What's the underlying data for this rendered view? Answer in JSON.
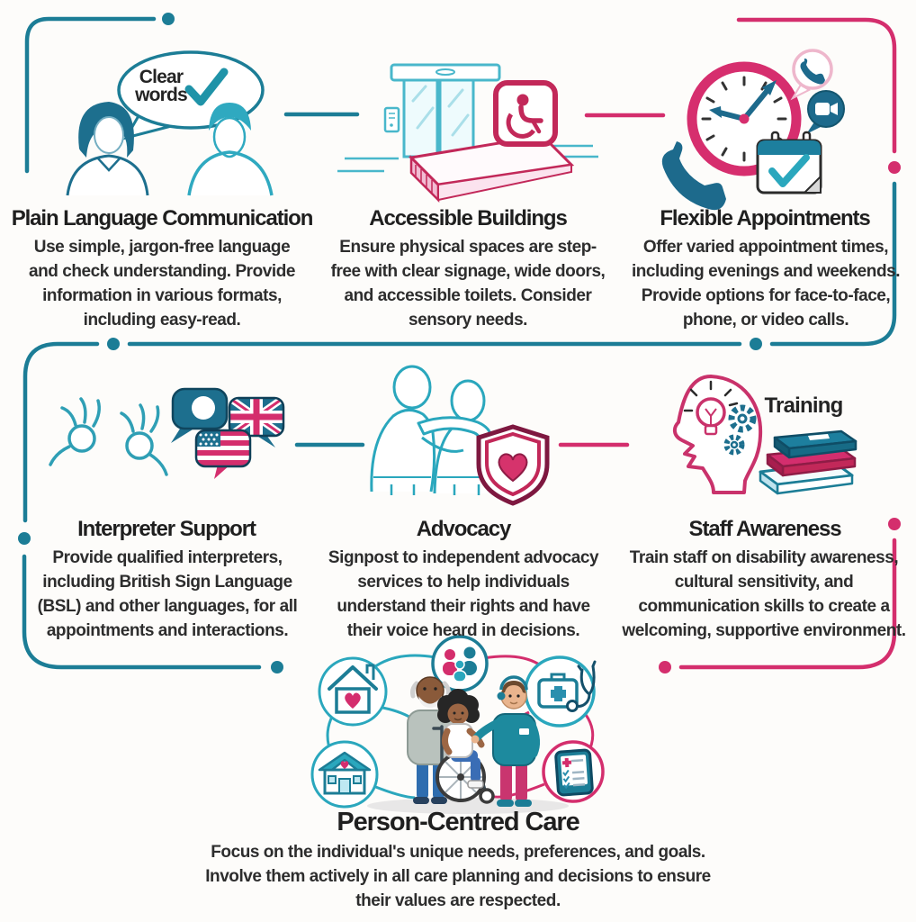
{
  "title": "Accessible person-centred care infographic",
  "palette": {
    "teal_dark": "#1c7d96",
    "teal": "#2aa7bd",
    "teal_deep": "#1d6a8c",
    "teal_light": "#49b7cb",
    "magenta": "#d42e6d",
    "magenta_dark": "#c22859",
    "maroon": "#7e1840",
    "ink": "#242424",
    "background": "#fdfcfa"
  },
  "sections": [
    {
      "id": "plain-language-communication",
      "title": "Plain Language Communication",
      "body": "Use simple, jargon-free language and check understanding. Provide information in various formats, including easy-read.",
      "bubble_label": "Clear words",
      "icons": [
        "speech-bubble-icon",
        "checkmark-icon",
        "woman-figure-icon",
        "man-figure-icon"
      ]
    },
    {
      "id": "accessible-buildings",
      "title": "Accessible Buildings",
      "body": "Ensure physical spaces are step-free with clear signage, wide doors, and accessible toilets. Consider sensory needs.",
      "icons": [
        "automatic-door-icon",
        "keypad-icon",
        "ramp-icon",
        "wheelchair-sign-icon"
      ]
    },
    {
      "id": "flexible-appointments",
      "title": "Flexible Appointments",
      "body": "Offer varied appointment times, including evenings and weekends. Provide options for face-to-face, phone, or video calls.",
      "icons": [
        "clock-icon",
        "phone-handset-icon",
        "phone-bubble-icon",
        "video-call-bubble-icon",
        "calendar-check-icon"
      ]
    },
    {
      "id": "interpreter-support",
      "title": "Interpreter Support",
      "body": "Provide qualified interpreters, including British Sign Language (BSL) and other languages, for all appointments and interactions.",
      "icons": [
        "sign-language-hands-icon",
        "chat-bubble-icon",
        "uk-flag-bubble-icon",
        "us-flag-bubble-icon"
      ]
    },
    {
      "id": "advocacy",
      "title": "Advocacy",
      "body": "Signpost to independent advocacy services to help individuals understand their rights and have their voice heard in decisions.",
      "icons": [
        "supporting-people-icon",
        "shield-heart-icon"
      ]
    },
    {
      "id": "staff-awareness",
      "title": "Staff Awareness",
      "label": "Training",
      "body": "Train staff on disability awareness, cultural sensitivity, and communication skills to create a welcoming, supportive environment.",
      "icons": [
        "head-idea-gears-icon",
        "lightbulb-icon",
        "gear-icon",
        "books-stack-icon"
      ]
    },
    {
      "id": "person-centred-care",
      "title": "Person-Centred Care",
      "body": "Focus on the individual's unique needs, preferences, and goals. Involve them actively in all care planning and decisions to ensure their values are respected.",
      "icons": [
        "home-heart-icon",
        "family-group-icon",
        "clinic-icon",
        "first-aid-kit-icon",
        "stethoscope-icon",
        "care-checklist-tablet-icon",
        "care-group-illustration",
        "wheelchair-icon"
      ]
    }
  ]
}
